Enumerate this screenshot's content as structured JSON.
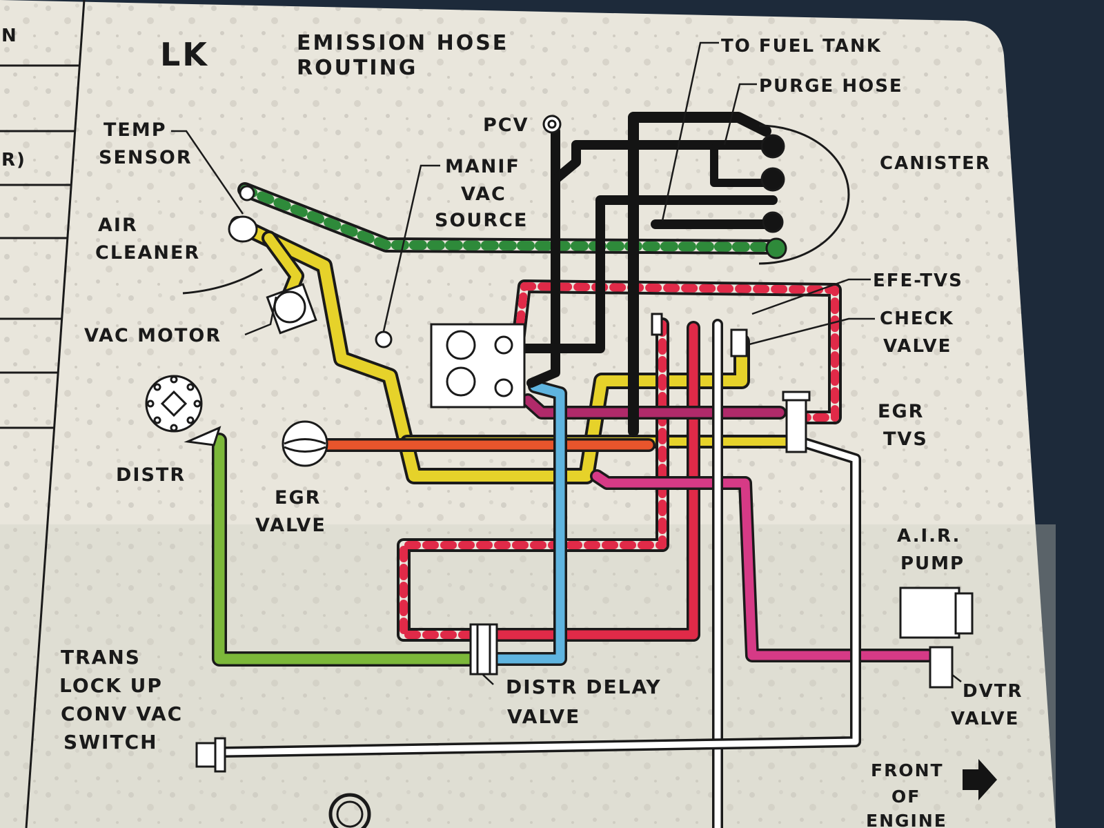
{
  "decal": {
    "code": "LK",
    "title_line1": "EMISSION HOSE",
    "title_line2": "ROUTING",
    "left_edge_fragment_1": "N",
    "left_edge_fragment_2": "R)"
  },
  "labels": {
    "temp_sensor_1": "TEMP",
    "temp_sensor_2": "SENSOR",
    "air_cleaner_1": "AIR",
    "air_cleaner_2": "CLEANER",
    "vac_motor": "VAC MOTOR",
    "distr": "DISTR",
    "egr_valve_1": "EGR",
    "egr_valve_2": "VALVE",
    "pcv": "PCV",
    "manif_vac_1": "MANIF",
    "manif_vac_2": "VAC",
    "manif_vac_3": "SOURCE",
    "to_fuel_tank": "TO FUEL TANK",
    "purge_hose": "PURGE HOSE",
    "canister": "CANISTER",
    "efe_tvs": "EFE-TVS",
    "check_valve_1": "CHECK",
    "check_valve_2": "VALVE",
    "egr_tvs_1": "EGR",
    "egr_tvs_2": "TVS",
    "air_pump_1": "A.I.R.",
    "air_pump_2": "PUMP",
    "trans_1": "TRANS",
    "trans_2": "LOCK UP",
    "trans_3": "CONV VAC",
    "trans_4": "SWITCH",
    "distr_delay_1": "DISTR DELAY",
    "distr_delay_2": "VALVE",
    "dvtr_1": "DVTR",
    "dvtr_2": "VALVE",
    "front_1": "FRONT",
    "front_2": "OF",
    "front_3": "ENGINE"
  },
  "colors": {
    "decal": "#e9e6dc",
    "hose_yellow": "#e6d22a",
    "hose_green": "#7cb83a",
    "hose_green_dark": "#2e8a3a",
    "hose_red": "#e02a48",
    "hose_orange": "#e8552c",
    "hose_pink": "#d63a86",
    "hose_blue": "#5fb4df",
    "hose_black": "#141414"
  }
}
